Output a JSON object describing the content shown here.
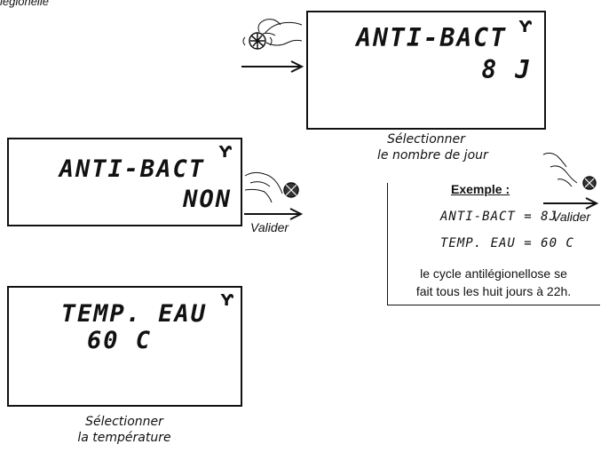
{
  "header": {
    "text": "légionelle"
  },
  "screen_days": {
    "line1": "ANTI-BACT",
    "line2": "8 J",
    "caption_line1": "Sélectionner",
    "caption_line2": "le nombre de jour"
  },
  "screen_enable": {
    "line1": "ANTI-BACT",
    "line2": "NON",
    "action_label": "Valider"
  },
  "screen_temp": {
    "line1": "TEMP. EAU",
    "line2": "60 C",
    "caption_line1": "Sélectionner",
    "caption_line2": "la température"
  },
  "example": {
    "title": "Exemple :",
    "setting1": "ANTI-BACT = 8J",
    "setting2": "TEMP. EAU = 60 C",
    "note_line1": "le cycle antilégionellose se",
    "note_line2": "fait tous les huit jours à 22h.",
    "action_label": "Valider"
  },
  "icons": {
    "wrench": "wrench-icon",
    "hand": "hand-turning-knob-icon",
    "knob": "rotary-knob-icon"
  }
}
